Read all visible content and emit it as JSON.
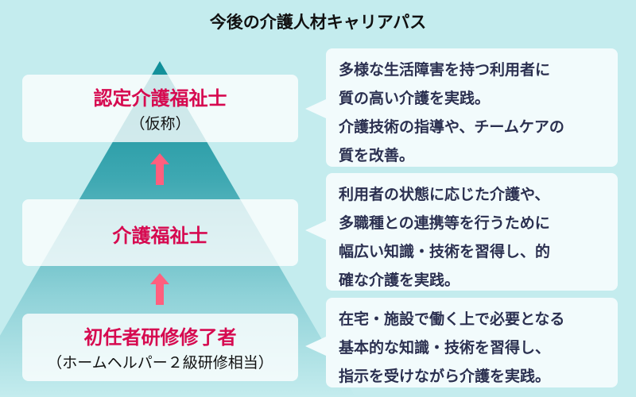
{
  "title": "今後の介護人材キャリアパス",
  "levels": [
    {
      "name": "認定介護福祉士",
      "sub": "（仮称）",
      "desc": [
        "多様な生活障害を持つ利用者に",
        "質の高い介護を実践。",
        "介護技術の指導や、チームケアの",
        "質を改善。"
      ]
    },
    {
      "name": "介護福祉士",
      "desc": [
        "利用者の状態に応じた介護や、",
        "多職種との連携等を行うために",
        "幅広い知識・技術を習得し、的",
        "確な介護を実践。"
      ]
    },
    {
      "name": "初任者研修修了者",
      "sub": "（ホームヘルパー２級研修相当）",
      "desc": [
        "在宅・施設で働く上で必要となる",
        "基本的な知識・技術を習得し、",
        "指示を受けながら介護を実践。"
      ]
    }
  ],
  "colors": {
    "accent": "#d60a50",
    "arrow": "#ff5f7e",
    "pyramid_top": "#0f8e98",
    "pyramid_bottom": "#c4ecee"
  }
}
